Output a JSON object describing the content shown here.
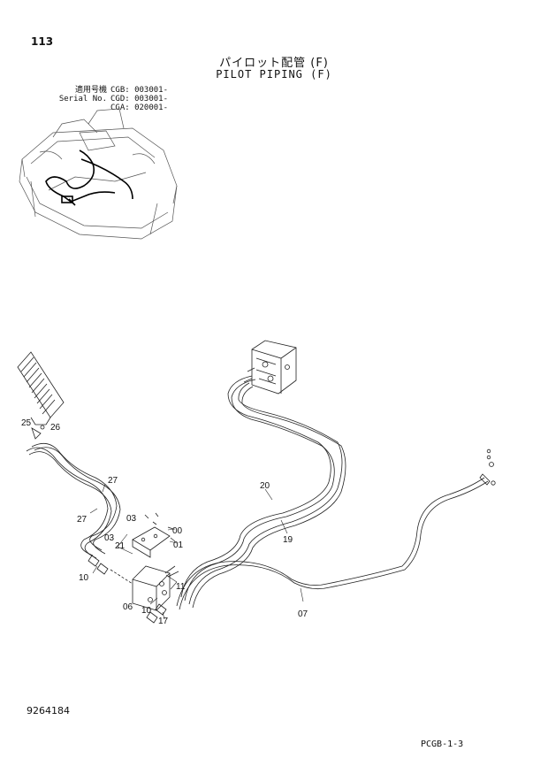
{
  "header": {
    "page_number": "113",
    "title_jp": "パイロット配管 (F)",
    "title_en": "PILOT PIPING (F)"
  },
  "serial_block": [
    {
      "label": "適用号機",
      "value": "CGB: 003001-"
    },
    {
      "label": "Serial No.",
      "value": "CGD: 003001-"
    },
    {
      "label": "",
      "value": "CGA: 020001-"
    }
  ],
  "callouts": [
    "25",
    "26",
    "27",
    "27",
    "03",
    "00",
    "03",
    "21",
    "01",
    "10",
    "11",
    "06",
    "10",
    "17",
    "20",
    "19",
    "07"
  ],
  "footer": {
    "document_number": "9264184",
    "page_code": "PCGB-1-3"
  }
}
